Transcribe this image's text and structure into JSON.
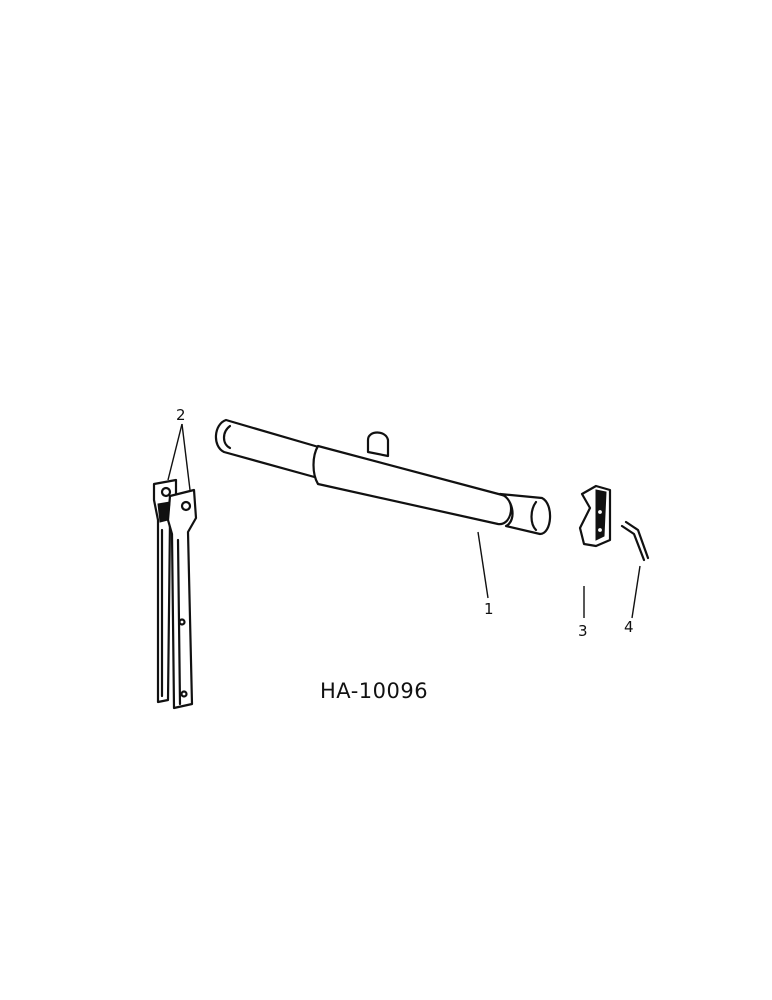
{
  "diagram": {
    "figure_id": "HA-10096",
    "callouts": [
      {
        "id": "1",
        "label": "1"
      },
      {
        "id": "2",
        "label": "2"
      },
      {
        "id": "3",
        "label": "3"
      },
      {
        "id": "4",
        "label": "4"
      }
    ]
  }
}
